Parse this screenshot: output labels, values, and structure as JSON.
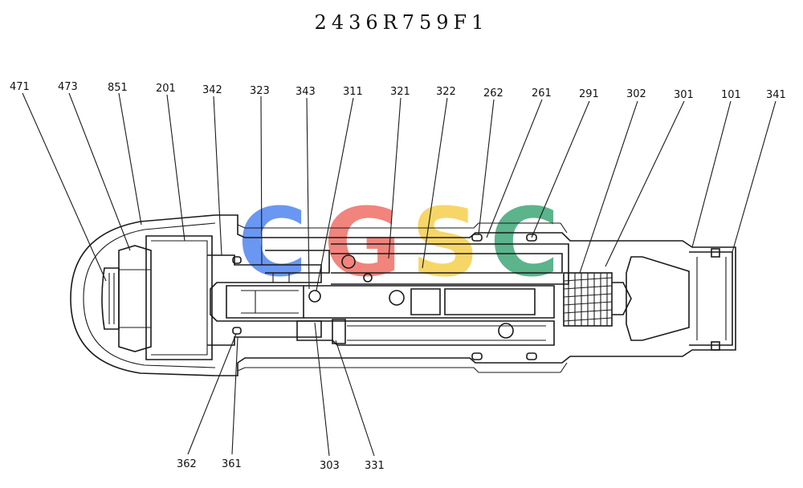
{
  "title": "2436R759F1",
  "watermark": {
    "letters": [
      "C",
      "G",
      "S",
      "C"
    ],
    "colors": [
      "#4f86f0",
      "#ef6f66",
      "#f6cf4e",
      "#3fa877"
    ]
  },
  "callouts_top": [
    "471",
    "473",
    "851",
    "201",
    "342",
    "323",
    "343",
    "311",
    "321",
    "322",
    "262",
    "261",
    "291",
    "302",
    "301",
    "101",
    "341"
  ],
  "callouts_bottom": [
    "362",
    "361",
    "303",
    "331"
  ]
}
